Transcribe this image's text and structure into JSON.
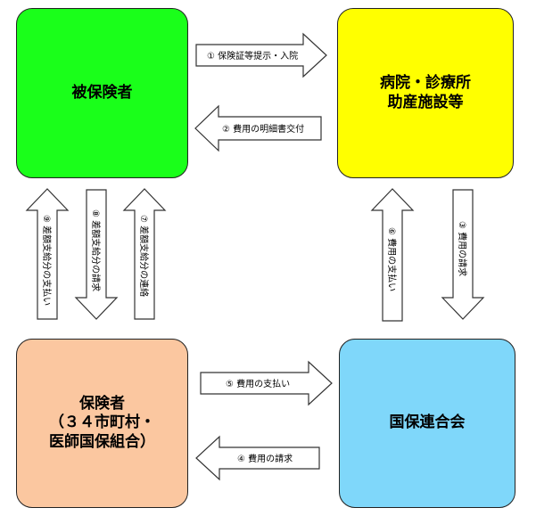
{
  "nodes": {
    "insured": {
      "label": "被保険者",
      "color": "#1aff1a"
    },
    "hospital": {
      "label": "病院・診療所\n助産施設等",
      "color": "#ffff00"
    },
    "insurer": {
      "label": "保険者\n（３４市町村・\n医師国保組合）",
      "color": "#fbc7a0"
    },
    "federation": {
      "label": "国保連合会",
      "color": "#7fd7fa"
    }
  },
  "arrows": [
    {
      "id": "1",
      "label": "①  保険証等提示・入院"
    },
    {
      "id": "2",
      "label": "②  費用の明細書交付"
    },
    {
      "id": "3",
      "label": "③ 費用の請求"
    },
    {
      "id": "4",
      "label": "④  費用の請求"
    },
    {
      "id": "5",
      "label": "⑤  費用の支払い"
    },
    {
      "id": "6",
      "label": "⑥ 費用の支払い"
    },
    {
      "id": "7",
      "label": "⑦ 差額支給分の連絡"
    },
    {
      "id": "8",
      "label": "⑧ 差額支給分の請求"
    },
    {
      "id": "9",
      "label": "⑨ 差額支給分の支払い"
    }
  ]
}
